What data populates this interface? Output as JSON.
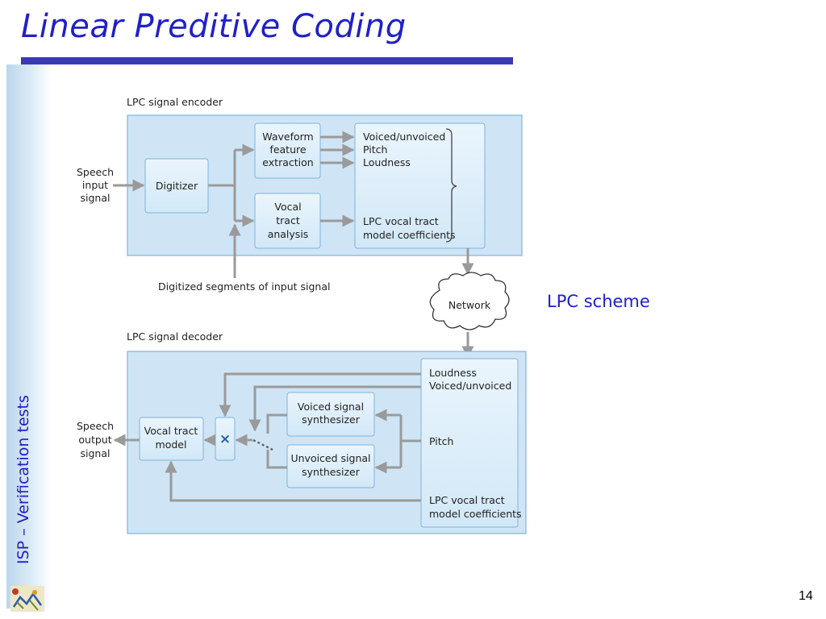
{
  "title": "Linear Preditive Coding",
  "sidebar_text": "ISP – Verification tests",
  "side_note": "LPC scheme",
  "page_number": "14",
  "colors": {
    "title": "#2020c8",
    "panel_fill": "#cfe5f5",
    "panel_stroke": "#7fb4dc",
    "block_fill": "#e3f1fb",
    "arrow": "#9a9a9a"
  },
  "diagram": {
    "encoder_label": "LPC signal encoder",
    "decoder_label": "LPC signal decoder",
    "speech_input": [
      "Speech",
      "input",
      "signal"
    ],
    "speech_output": [
      "Speech",
      "output",
      "signal"
    ],
    "digitizer": "Digitizer",
    "waveform": [
      "Waveform",
      "feature",
      "extraction"
    ],
    "vocal_tract_analysis": [
      "Vocal",
      "tract",
      "analysis"
    ],
    "enc_params": [
      "Voiced/unvoiced",
      "Pitch",
      "Loudness"
    ],
    "enc_coeffs": [
      "LPC vocal tract",
      "model coefficients"
    ],
    "digitized_segments": "Digitized segments of input signal",
    "network": "Network",
    "dec_params_top": [
      "Loudness",
      "Voiced/unvoiced"
    ],
    "dec_pitch": "Pitch",
    "dec_coeffs": [
      "LPC vocal tract",
      "model coefficients"
    ],
    "voiced_synth": [
      "Voiced signal",
      "synthesizer"
    ],
    "unvoiced_synth": [
      "Unvoiced signal",
      "synthesizer"
    ],
    "vocal_tract_model": [
      "Vocal tract",
      "model"
    ],
    "multiplier": "×"
  }
}
